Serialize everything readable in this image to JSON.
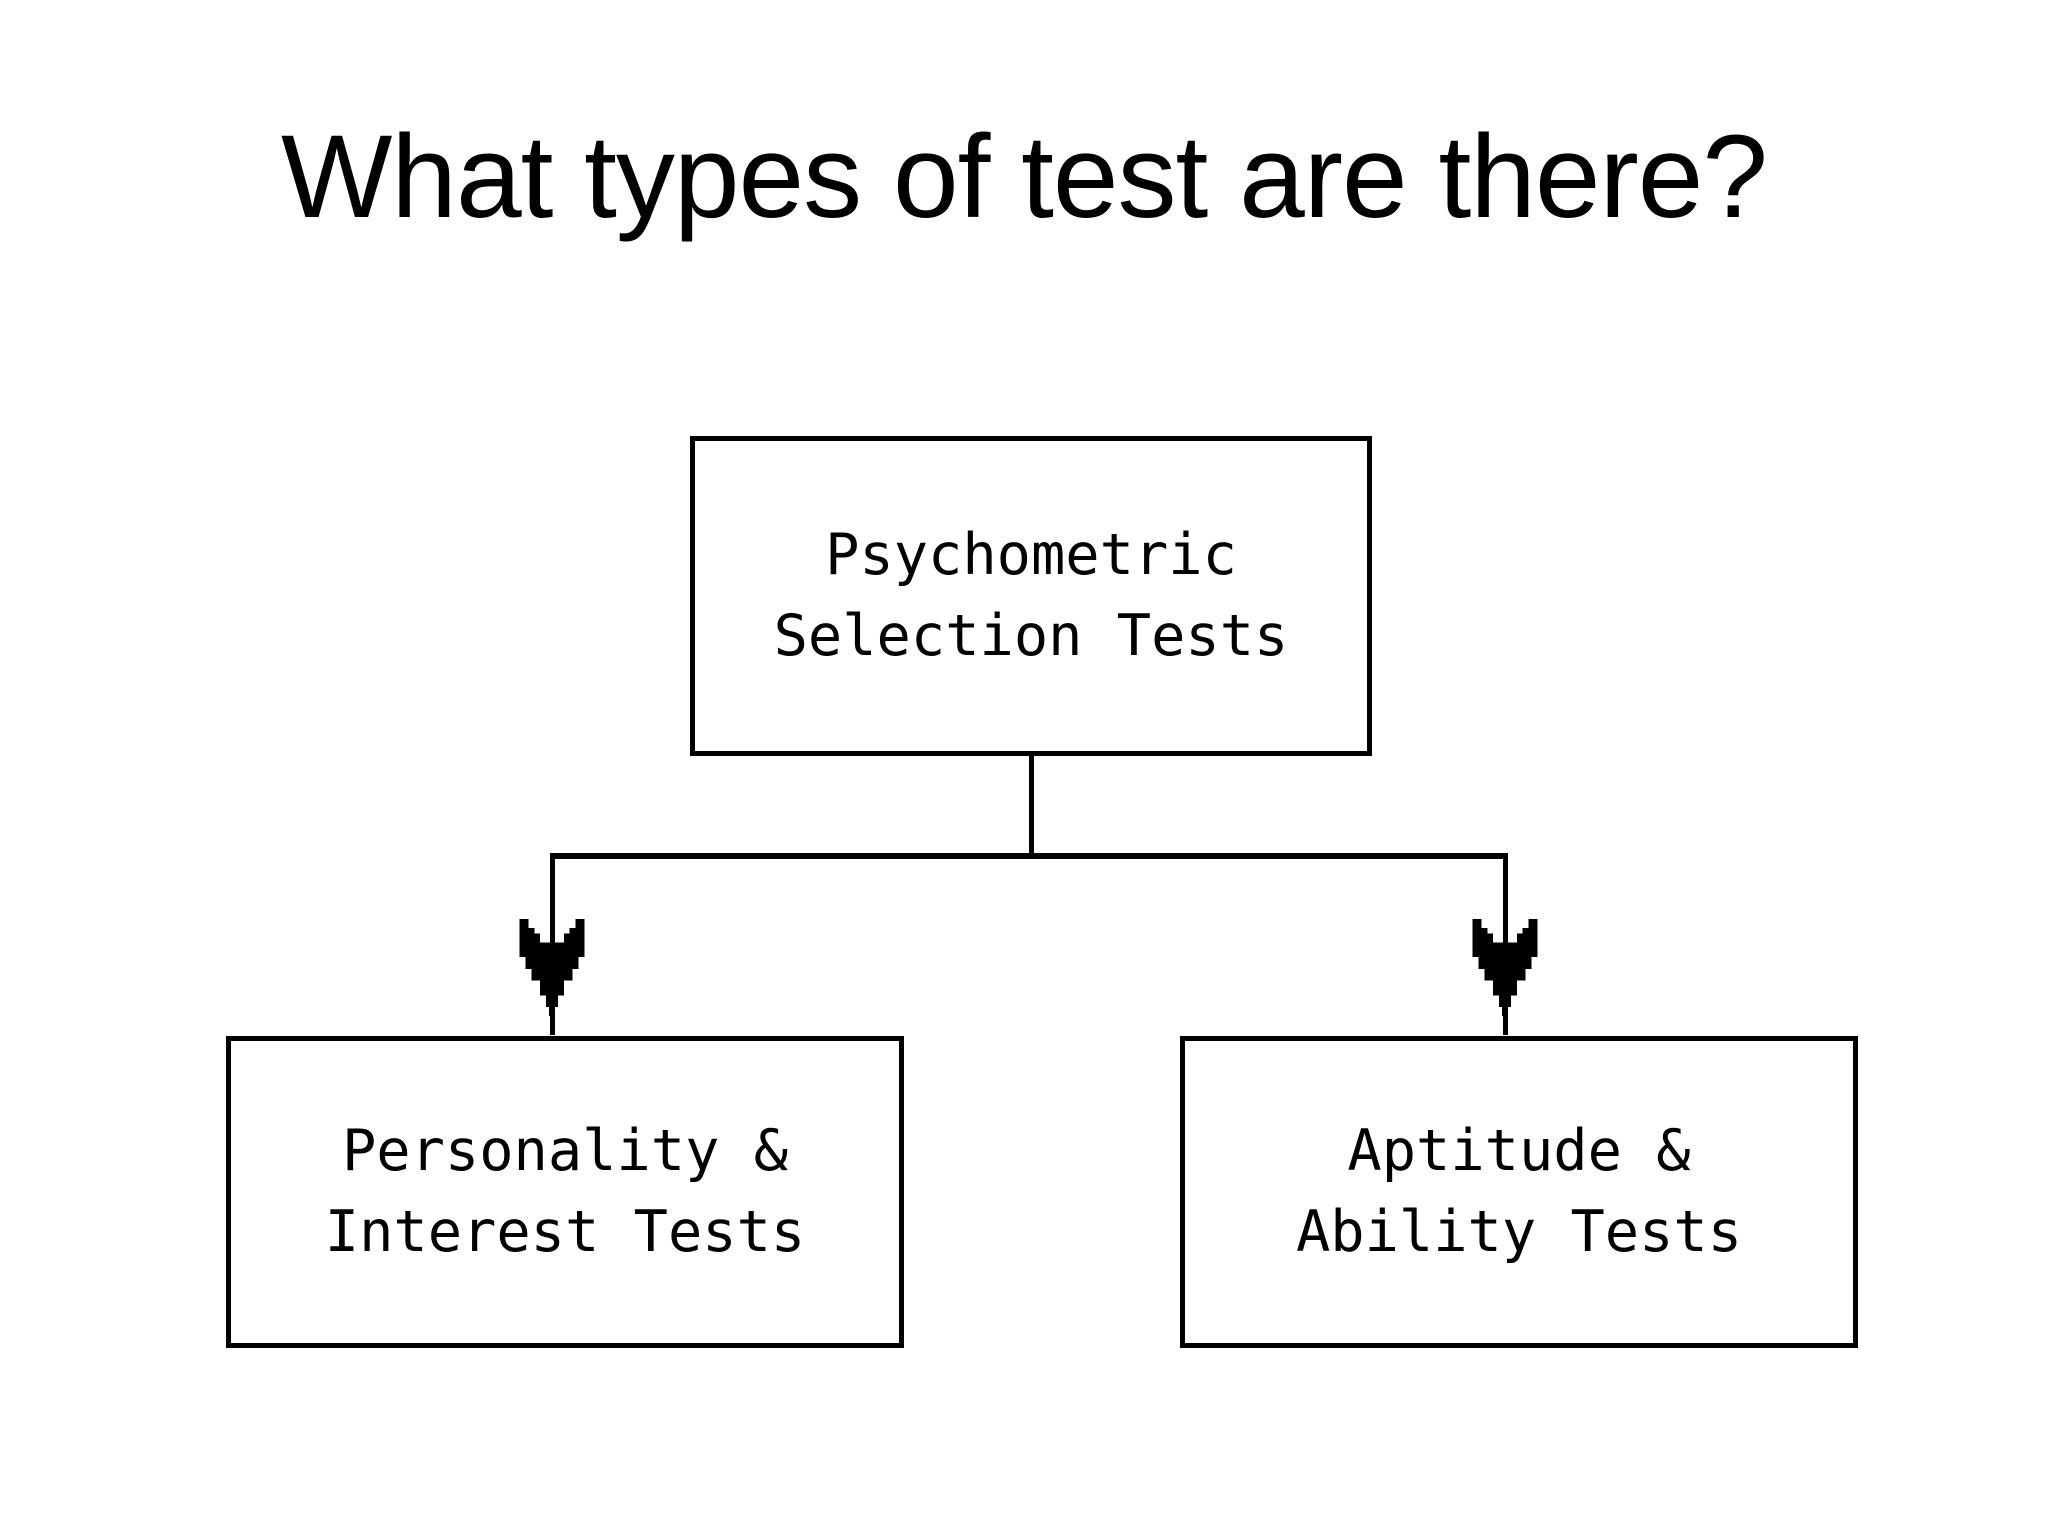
{
  "slide": {
    "title": "What types of test are there?",
    "background_color": "#ffffff",
    "ink_color": "#000000"
  },
  "diagram": {
    "type": "tree",
    "orientation": "top-down",
    "nodes": [
      {
        "id": "root",
        "line1": "Psychometric",
        "line2": "Selection Tests"
      },
      {
        "id": "left",
        "line1": "Personality &",
        "line2": "Interest Tests"
      },
      {
        "id": "right",
        "line1": "Aptitude &",
        "line2": "Ability Tests"
      }
    ],
    "edges": [
      {
        "from": "root",
        "to": "left",
        "arrow": "arrowhead-down-icon"
      },
      {
        "from": "root",
        "to": "right",
        "arrow": "arrowhead-down-icon"
      }
    ]
  }
}
